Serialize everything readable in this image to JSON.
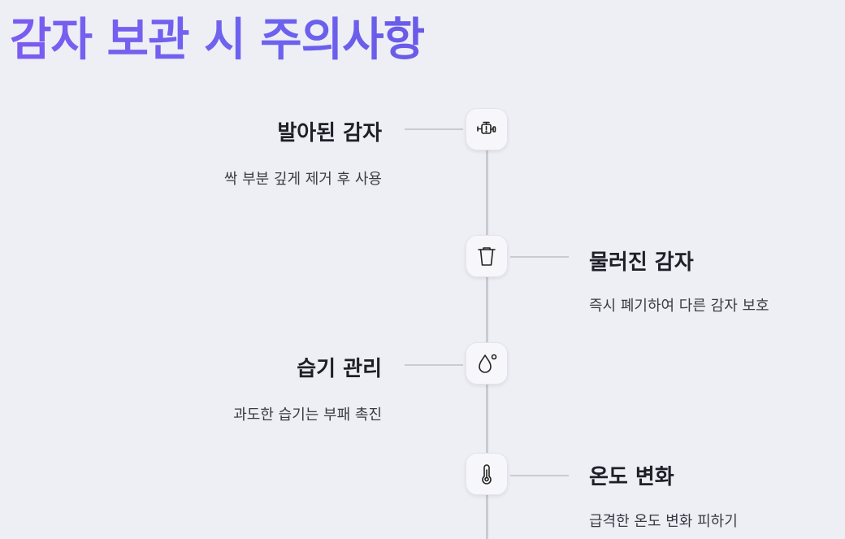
{
  "page": {
    "title": "감자 보관 시 주의사항"
  },
  "items": [
    {
      "title": "발아된 감자",
      "desc": "싹 부분 깊게 제거 후 사용",
      "icon": "sprout-engine-icon",
      "side": "left"
    },
    {
      "title": "물러진 감자",
      "desc": "즉시 폐기하여 다른 감자 보호",
      "icon": "trash-icon",
      "side": "right"
    },
    {
      "title": "습기 관리",
      "desc": "과도한 습기는 부패 촉진",
      "icon": "droplet-icon",
      "side": "left"
    },
    {
      "title": "온도 변화",
      "desc": "급격한 온도 변화 피하기",
      "icon": "thermometer-icon",
      "side": "right"
    }
  ],
  "colors": {
    "title_gradient_start": "#7b5cf0",
    "title_gradient_end": "#6a5ae8",
    "line": "#c9cbd3",
    "node_bg": "#f7f7fb"
  }
}
